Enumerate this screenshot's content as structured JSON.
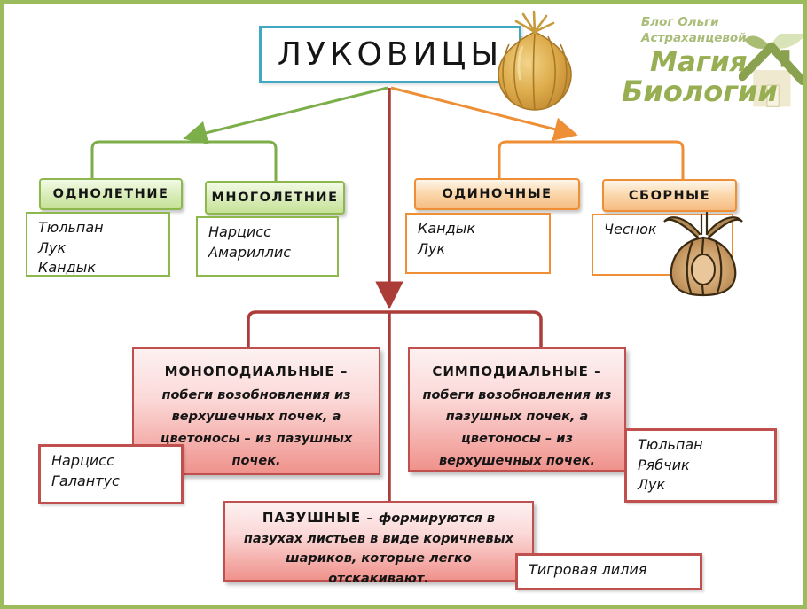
{
  "title": {
    "label": "ЛУКОВИЦЫ"
  },
  "logo": {
    "byline_line1": "Блог Ольги",
    "byline_line2": "Астраханцевой",
    "brand_line1": "Магия",
    "brand_line2": "Биологии"
  },
  "lifespan_branch": {
    "annual": {
      "header": "ОДНОЛЕТНИЕ",
      "examples": "Тюльпан\nЛук\nКандык"
    },
    "perennial": {
      "header": "МНОГОЛЕТНИЕ",
      "examples": "Нарцисс\nАмариллис"
    }
  },
  "structure_branch": {
    "single": {
      "header": "ОДИНОЧНЫЕ",
      "examples": "Кандык\nЛук"
    },
    "compound": {
      "header": "СБОРНЫЕ",
      "examples": "Чеснок"
    }
  },
  "growth_branch": {
    "monopodial": {
      "title": "МОНОПОДИАЛЬНЫЕ –",
      "body": "побеги возобновления из верхушечных почек, а цветоносы – из пазушных почек.",
      "examples": "Нарцисс\nГалантус"
    },
    "sympodial": {
      "title": "СИМПОДИАЛЬНЫЕ –",
      "body": "побеги возобновления из пазушных почек, а цветоносы – из верхушечных почек.",
      "examples": "Тюльпан\nРябчик\nЛук"
    },
    "axillary": {
      "title": "ПАЗУШНЫЕ –",
      "body": " формируются в пазухах листьев в виде коричневых шариков, которые легко отскакивают.",
      "examples": "Тигровая лилия"
    }
  },
  "colors": {
    "frame": "#9cbb5c",
    "title_border": "#41a8c4",
    "green_branch": "#8db84e",
    "orange_branch": "#ee8e35",
    "red_branch": "#ac3c38",
    "red_border": "#c0504d",
    "logo_green": "#97ae52"
  }
}
